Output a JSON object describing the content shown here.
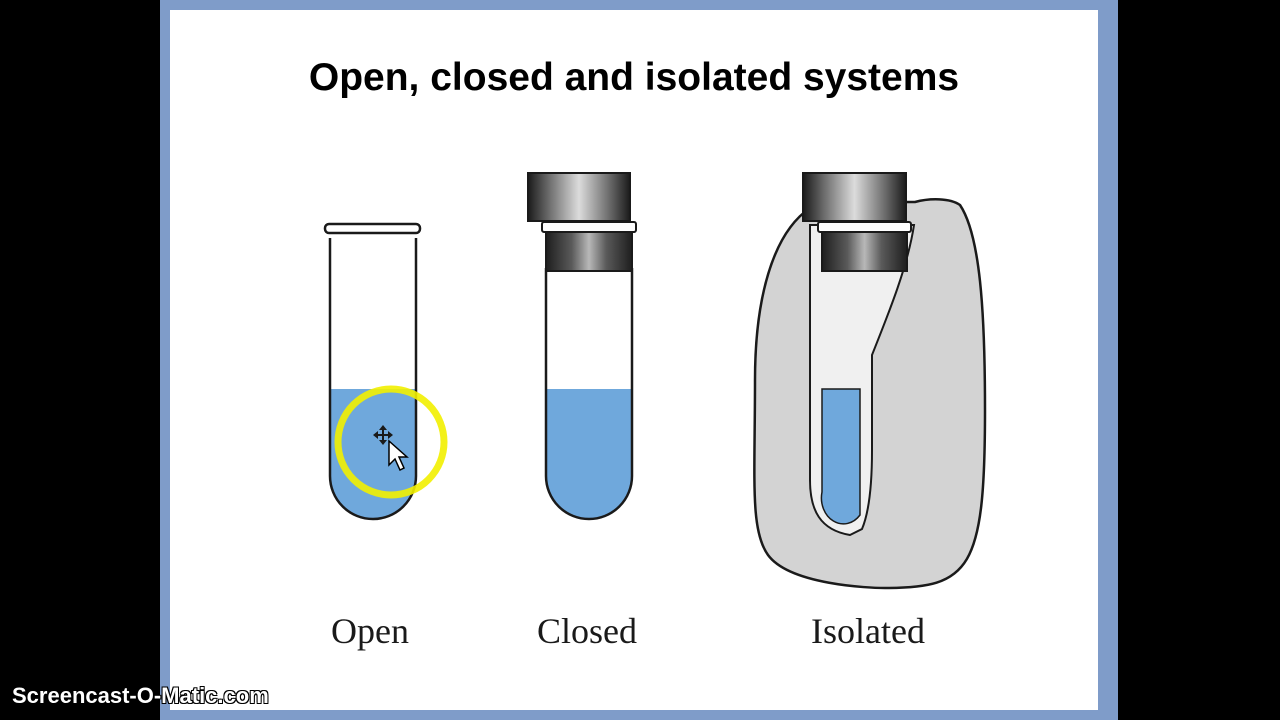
{
  "slide": {
    "title": "Open, closed and isolated systems"
  },
  "tubes": [
    {
      "key": "open",
      "label": "Open",
      "has_stopper": false,
      "has_insulation": false
    },
    {
      "key": "closed",
      "label": "Closed",
      "has_stopper": true,
      "has_insulation": false
    },
    {
      "key": "isolated",
      "label": "Isolated",
      "has_stopper": true,
      "has_insulation": true
    }
  ],
  "colors": {
    "liquid": "#6fa8dc",
    "insulation": "#d3d3d3",
    "stopper_dark": "#2b2b2b",
    "highlight_ring": "#f2f000",
    "frame": "#7f9cc9"
  },
  "watermark": "Screencast-O-Matic.com"
}
